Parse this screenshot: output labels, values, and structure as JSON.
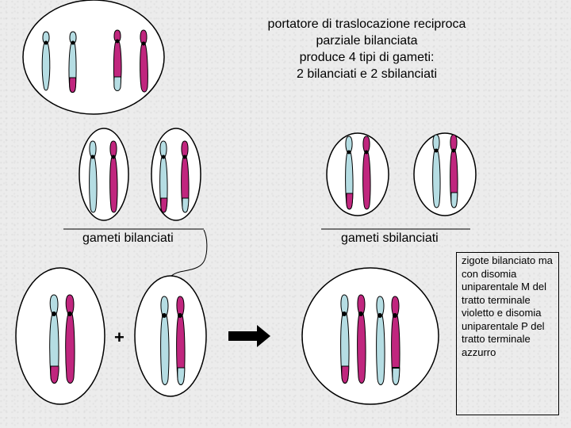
{
  "title": {
    "line1": "portatore di traslocazione reciproca",
    "line2": "parziale bilanciata",
    "line3": "produce 4 tipi di gameti:",
    "line4": "2 bilanciati e 2 sbilanciati"
  },
  "labels": {
    "balanced": "gameti bilanciati",
    "unbalanced": "gameti sbilanciati",
    "plus": "+"
  },
  "note": "zigote bilanciato ma con disomia uniparentale M del tratto terminale violetto e disomia uniparentale P del tratto terminale azzurro",
  "colors": {
    "blue": "#b5dde3",
    "violet": "#c0267e",
    "cell_fill": "#ffffff",
    "background": "#ececec"
  }
}
